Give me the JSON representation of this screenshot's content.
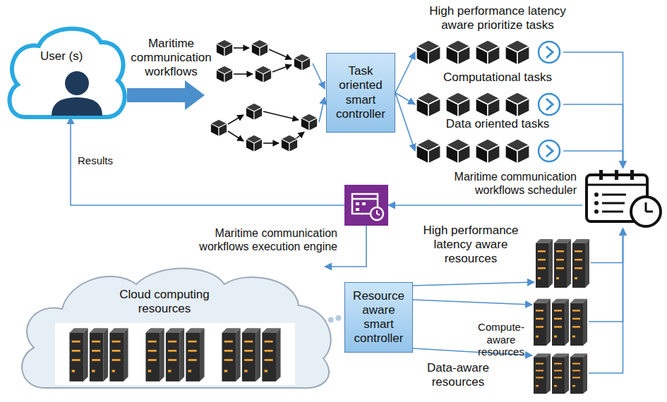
{
  "diagram": {
    "nodes": [
      {
        "text": [
          "User (s)"
        ]
      },
      {
        "text": [
          "Task oriented smart controller"
        ]
      },
      {
        "text": [
          "High performance latency aware prioritize tasks"
        ]
      },
      {
        "text": [
          "Computational tasks"
        ]
      },
      {
        "text": [
          "Data oriented tasks"
        ]
      },
      {
        "text": [
          "Maritime communication workflows scheduler"
        ]
      },
      {
        "text": [
          "Maritime communication workflows execution engine"
        ]
      },
      {
        "text": [
          "Cloud computing resources"
        ]
      },
      {
        "text": [
          "Resource aware smart controller"
        ]
      },
      {
        "text": [
          "High performance latency aware resources"
        ]
      },
      {
        "text": [
          "Compute-aware resources"
        ]
      },
      {
        "text": [
          "Data-aware resources"
        ]
      }
    ],
    "edges": [
      {
        "from": 1,
        "to": 2,
        "arrow": "to"
      },
      {
        "from": 1,
        "to": 3,
        "arrow": "to"
      },
      {
        "from": 1,
        "to": 4,
        "arrow": "to"
      },
      {
        "from": 2,
        "to": 5,
        "arrow": "to"
      },
      {
        "from": 3,
        "to": 5,
        "arrow": "to"
      },
      {
        "from": 4,
        "to": 5,
        "arrow": "to"
      },
      {
        "from": 5,
        "to": 6,
        "arrow": "to"
      },
      {
        "from": 6,
        "to": 0,
        "label": "Results",
        "arrow": "to"
      },
      {
        "from": 6,
        "to": 7,
        "arrow": "to"
      },
      {
        "from": 7,
        "to": 8,
        "arrow": "none"
      },
      {
        "from": 8,
        "to": 9,
        "arrow": "to"
      },
      {
        "from": 8,
        "to": 10,
        "arrow": "to"
      },
      {
        "from": 8,
        "to": 11,
        "arrow": "to"
      },
      {
        "from": 9,
        "to": 5,
        "arrow": "to"
      },
      {
        "from": 10,
        "to": 5,
        "arrow": "to"
      },
      {
        "from": 11,
        "to": 5,
        "arrow": "to"
      }
    ],
    "labels": [
      "Maritime communication workflows"
    ]
  }
}
